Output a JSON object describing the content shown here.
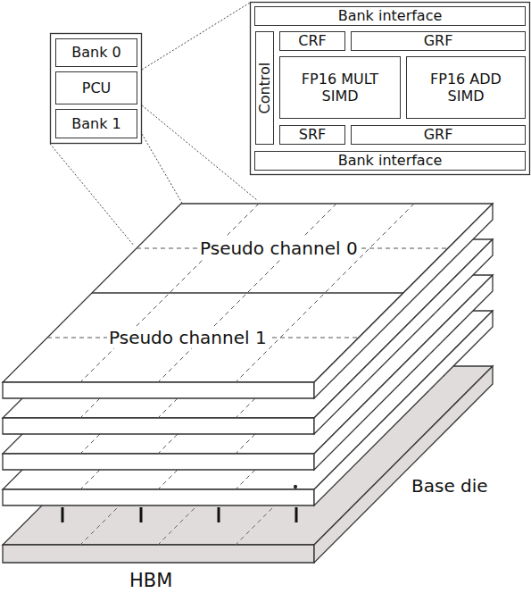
{
  "diagram": {
    "nodes": [
      {
        "text": [
          "Bank 0"
        ]
      },
      {
        "text": [
          "PCU"
        ]
      },
      {
        "text": [
          "Bank 1"
        ]
      },
      {
        "text": [
          "Bank interface"
        ]
      },
      {
        "text": [
          "Control"
        ]
      },
      {
        "text": [
          "CRF"
        ]
      },
      {
        "text": [
          "GRF"
        ]
      },
      {
        "text": [
          "FP16 MULT SIMD"
        ]
      },
      {
        "text": [
          "FP16 ADD SIMD"
        ]
      },
      {
        "text": [
          "SRF"
        ]
      },
      {
        "text": [
          "GRF"
        ]
      },
      {
        "text": [
          "Bank interface"
        ]
      }
    ],
    "labels": [
      "Pseudo channel 0",
      "Pseudo channel 1",
      "Base die",
      "HBM"
    ]
  }
}
